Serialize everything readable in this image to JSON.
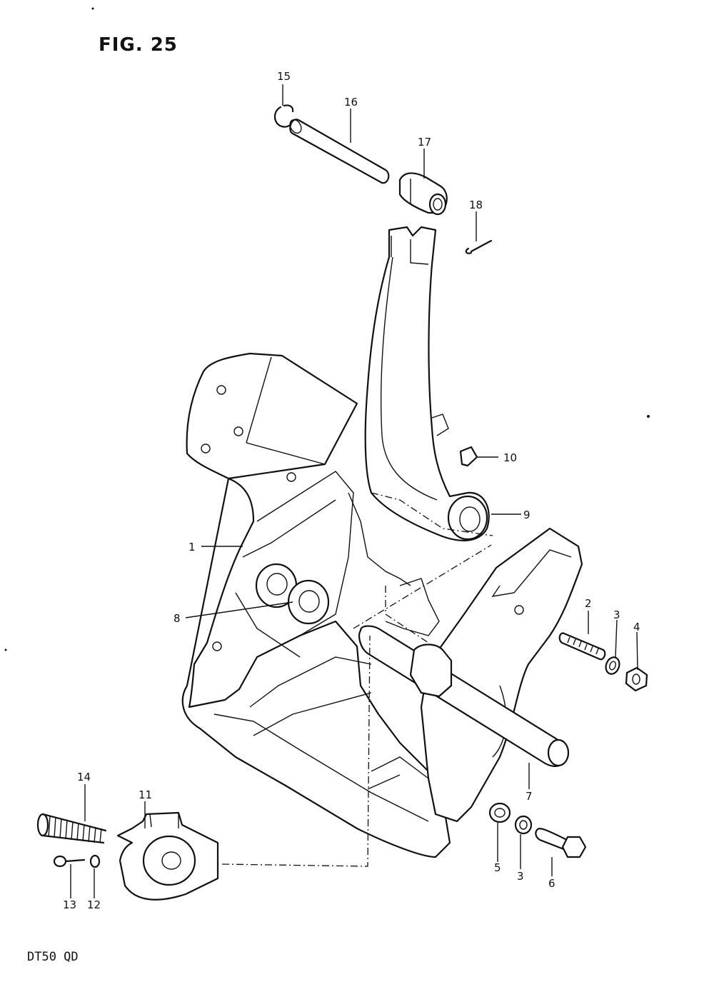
{
  "figure": {
    "title": "FIG. 25",
    "model": "DT50 QD"
  },
  "callouts": {
    "c1": "1",
    "c2": "2",
    "c3a": "3",
    "c3b": "3",
    "c4": "4",
    "c5": "5",
    "c6": "6",
    "c7": "7",
    "c8": "8",
    "c9": "9",
    "c10": "10",
    "c11": "11",
    "c12": "12",
    "c13": "13",
    "c14": "14",
    "c15": "15",
    "c16": "16",
    "c17": "17",
    "c18": "18"
  }
}
